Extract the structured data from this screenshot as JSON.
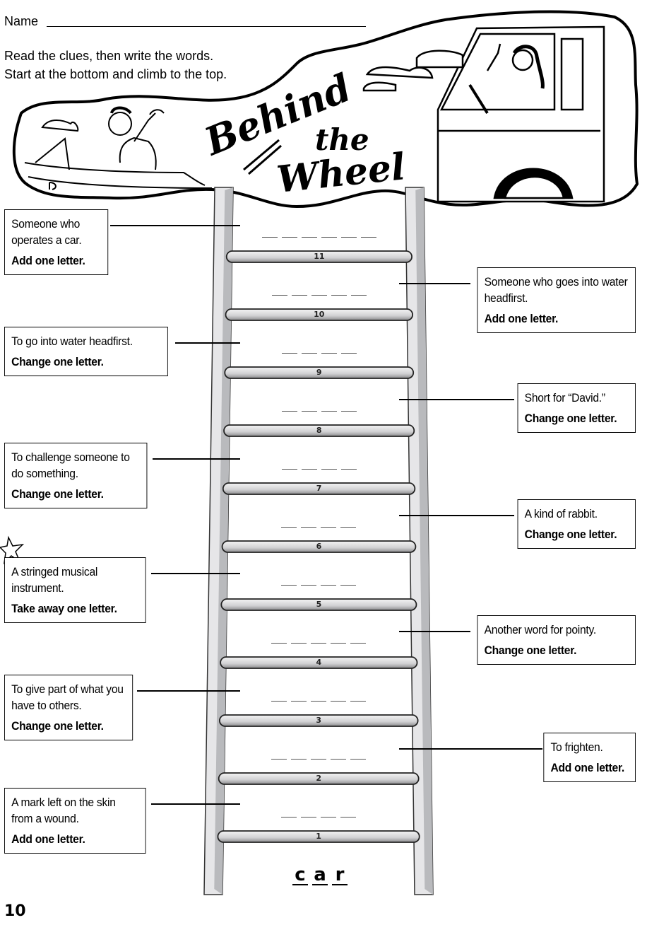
{
  "header": {
    "name_label": "Name",
    "instructions": [
      "Read the clues, then write the words.",
      "Start at the bottom and climb to the top."
    ]
  },
  "banner": {
    "title_words": [
      "Behind",
      "the",
      "Wheel"
    ],
    "illustration": "man waving in car and woman waving in truck"
  },
  "start_word": {
    "letters": [
      "c",
      "a",
      "r"
    ]
  },
  "rungs": [
    {
      "number": "1",
      "blanks": 4,
      "side": "left",
      "hint": "A mark left on the skin from a wound.",
      "action": "Add one letter."
    },
    {
      "number": "2",
      "blanks": 5,
      "side": "right",
      "hint": "To frighten.",
      "action": "Add one letter."
    },
    {
      "number": "3",
      "blanks": 5,
      "side": "left",
      "hint": "To give part of what you have to others.",
      "action": "Change one letter."
    },
    {
      "number": "4",
      "blanks": 5,
      "side": "right",
      "hint": "Another word for pointy.",
      "action": "Change one letter."
    },
    {
      "number": "5",
      "blanks": 4,
      "side": "left",
      "hint": "A stringed musical instrument.",
      "action": "Take away one letter."
    },
    {
      "number": "6",
      "blanks": 4,
      "side": "right",
      "hint": "A kind of rabbit.",
      "action": "Change one letter."
    },
    {
      "number": "7",
      "blanks": 4,
      "side": "left",
      "hint": "To challenge someone to do something.",
      "action": "Change one letter."
    },
    {
      "number": "8",
      "blanks": 4,
      "side": "right",
      "hint": "Short for “David.”",
      "action": "Change one letter."
    },
    {
      "number": "9",
      "blanks": 4,
      "side": "left",
      "hint": "To go into water headfirst.",
      "action": "Change one letter."
    },
    {
      "number": "10",
      "blanks": 5,
      "side": "right",
      "hint": "Someone who goes into water headfirst.",
      "action": "Add one letter."
    },
    {
      "number": "11",
      "blanks": 6,
      "side": "left",
      "hint": "Someone who operates a car.",
      "action": "Add one letter."
    }
  ],
  "footer": {
    "page_number": "10"
  },
  "colors": {
    "rail_light": "#e6e6e8",
    "rail_dark": "#b9babd",
    "rung_fill": "#d0d0d2",
    "ink": "#000000"
  }
}
